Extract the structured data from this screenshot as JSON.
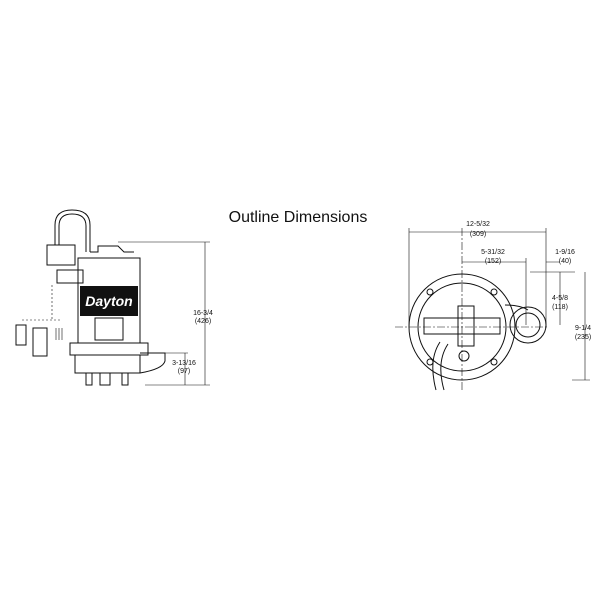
{
  "title": "Outline Dimensions",
  "side_view": {
    "brand": "Dayton",
    "height_in": "16-3/4",
    "height_mm": "(426)",
    "discharge_in": "3-13/16",
    "discharge_mm": "(97)"
  },
  "top_view": {
    "width_in": "12-5/32",
    "width_mm": "(309)",
    "center_in": "5-31/32",
    "center_mm": "(152)",
    "ear_in": "1-9/16",
    "ear_mm": "(40)",
    "half_depth_in": "4-5/8",
    "half_depth_mm": "(118)",
    "depth_in": "9-1/4",
    "depth_mm": "(235)"
  }
}
